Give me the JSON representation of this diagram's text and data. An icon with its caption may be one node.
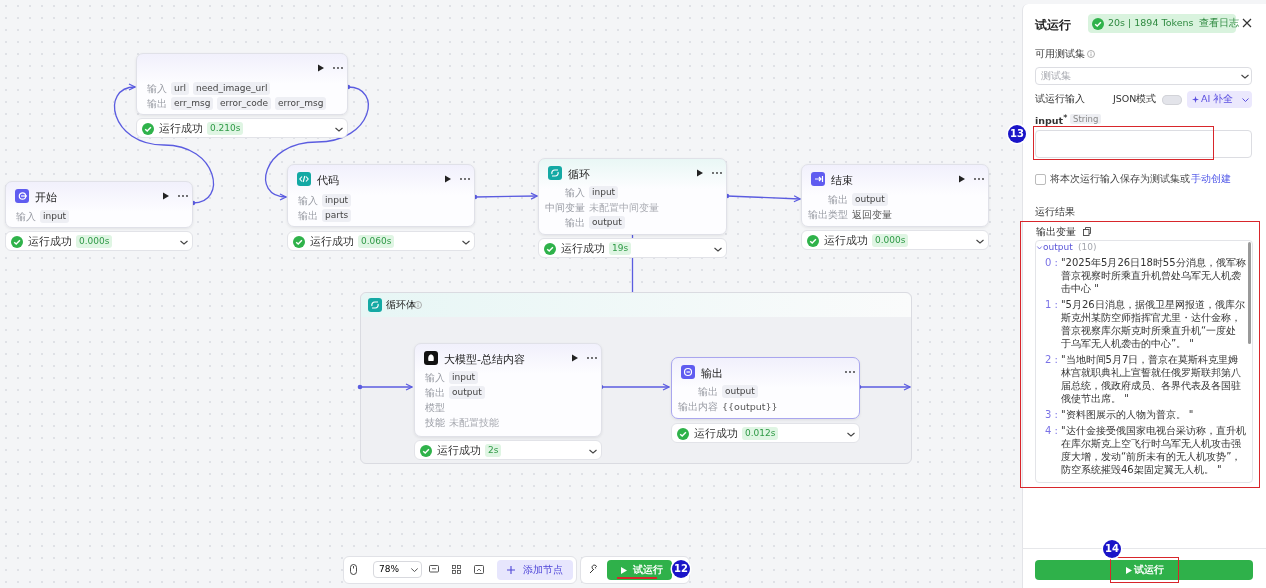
{
  "diagram": {
    "nodes": [
      {
        "text": [
          "开始",
          "输入",
          "input"
        ],
        "beside": [
          "运行成功",
          "0.000s"
        ]
      },
      {
        "text": [
          "输入",
          "url",
          "need_image_url",
          "输出",
          "err_msg",
          "error_code",
          "error_msg"
        ],
        "beside": [
          "运行成功",
          "0.210s"
        ]
      },
      {
        "text": [
          "代码",
          "输入",
          "input",
          "输出",
          "parts"
        ],
        "beside": [
          "运行成功",
          "0.060s"
        ]
      },
      {
        "text": [
          "循环",
          "输入",
          "input",
          "中间变量",
          "未配置中间变量",
          "输出",
          "output"
        ],
        "beside": [
          "运行成功",
          "19s"
        ]
      },
      {
        "text": [
          "结束",
          "输出",
          "output",
          "输出类型",
          "返回变量"
        ],
        "beside": [
          "运行成功",
          "0.000s"
        ]
      },
      {
        "text": [
          "循环体"
        ]
      },
      {
        "text": [
          "大模型-总结内容",
          "输入",
          "input",
          "输出",
          "output",
          "模型",
          "技能",
          "未配置技能"
        ],
        "in": 5,
        "beside": [
          "运行成功",
          "2s"
        ]
      },
      {
        "text": [
          "输出",
          "输出",
          "output",
          "输出内容",
          "{{output}}"
        ],
        "in": 5,
        "beside": [
          "运行成功",
          "0.012s"
        ]
      }
    ],
    "edges": [
      {
        "from": 0,
        "to": 1,
        "arrow": "to"
      },
      {
        "from": 1,
        "to": 2,
        "arrow": "to"
      },
      {
        "from": 2,
        "to": 3,
        "arrow": "to"
      },
      {
        "from": 3,
        "to": 4,
        "arrow": "to"
      },
      {
        "from": 3,
        "to": 5,
        "arrow": "none"
      },
      {
        "from": 5,
        "to": 6,
        "arrow": "to"
      },
      {
        "from": 6,
        "to": 7,
        "arrow": "to"
      },
      {
        "from": 7,
        "to": 5,
        "arrow": "to"
      }
    ],
    "labels": [
      "试运行",
      "20s | 1894 Tokens",
      "查看日志",
      "可用测试集",
      "测试集",
      "试运行输入",
      "JSON模式",
      "AI 补全",
      "input$^{*}$",
      "String",
      "将本次运行输入保存为测试集或",
      "手动创建",
      "运行结果",
      "输出变量",
      "output",
      "(10)",
      "0 :",
      "\"2025年5月26日18时55分消息，俄军称普京视察时所乘直升机曾处乌军无人机袭击中心 \"",
      "1 :",
      "\"5月26日消息，据俄卫星网报道，俄库尔斯克州某防空师指挥官尤里・达什金称，普京视察库尔斯克时所乘直升机“一度处于乌军无人机袭击的中心”。 \"",
      "2 :",
      "\"当地时间5月7日，普京在莫斯科克里姆林宫就职典礼上宣誓就任俄罗斯联邦第八届总统，俄政府成员、各界代表及各国驻俄使节出席。 \"",
      "3 :",
      "\"资料图展示的人物为普京。 \"",
      "4 :",
      "\"达什金接受俄国家电视台采访称，直升机在库尔斯克上空飞行时乌军无人机攻击强度大增，发动“前所未有的无人机攻势”，防空系统摧毁46架固定翼无人机。 \"",
      "13",
      "14",
      "试运行",
      "78%",
      "添加节点",
      "试运行",
      "12"
    ]
  }
}
